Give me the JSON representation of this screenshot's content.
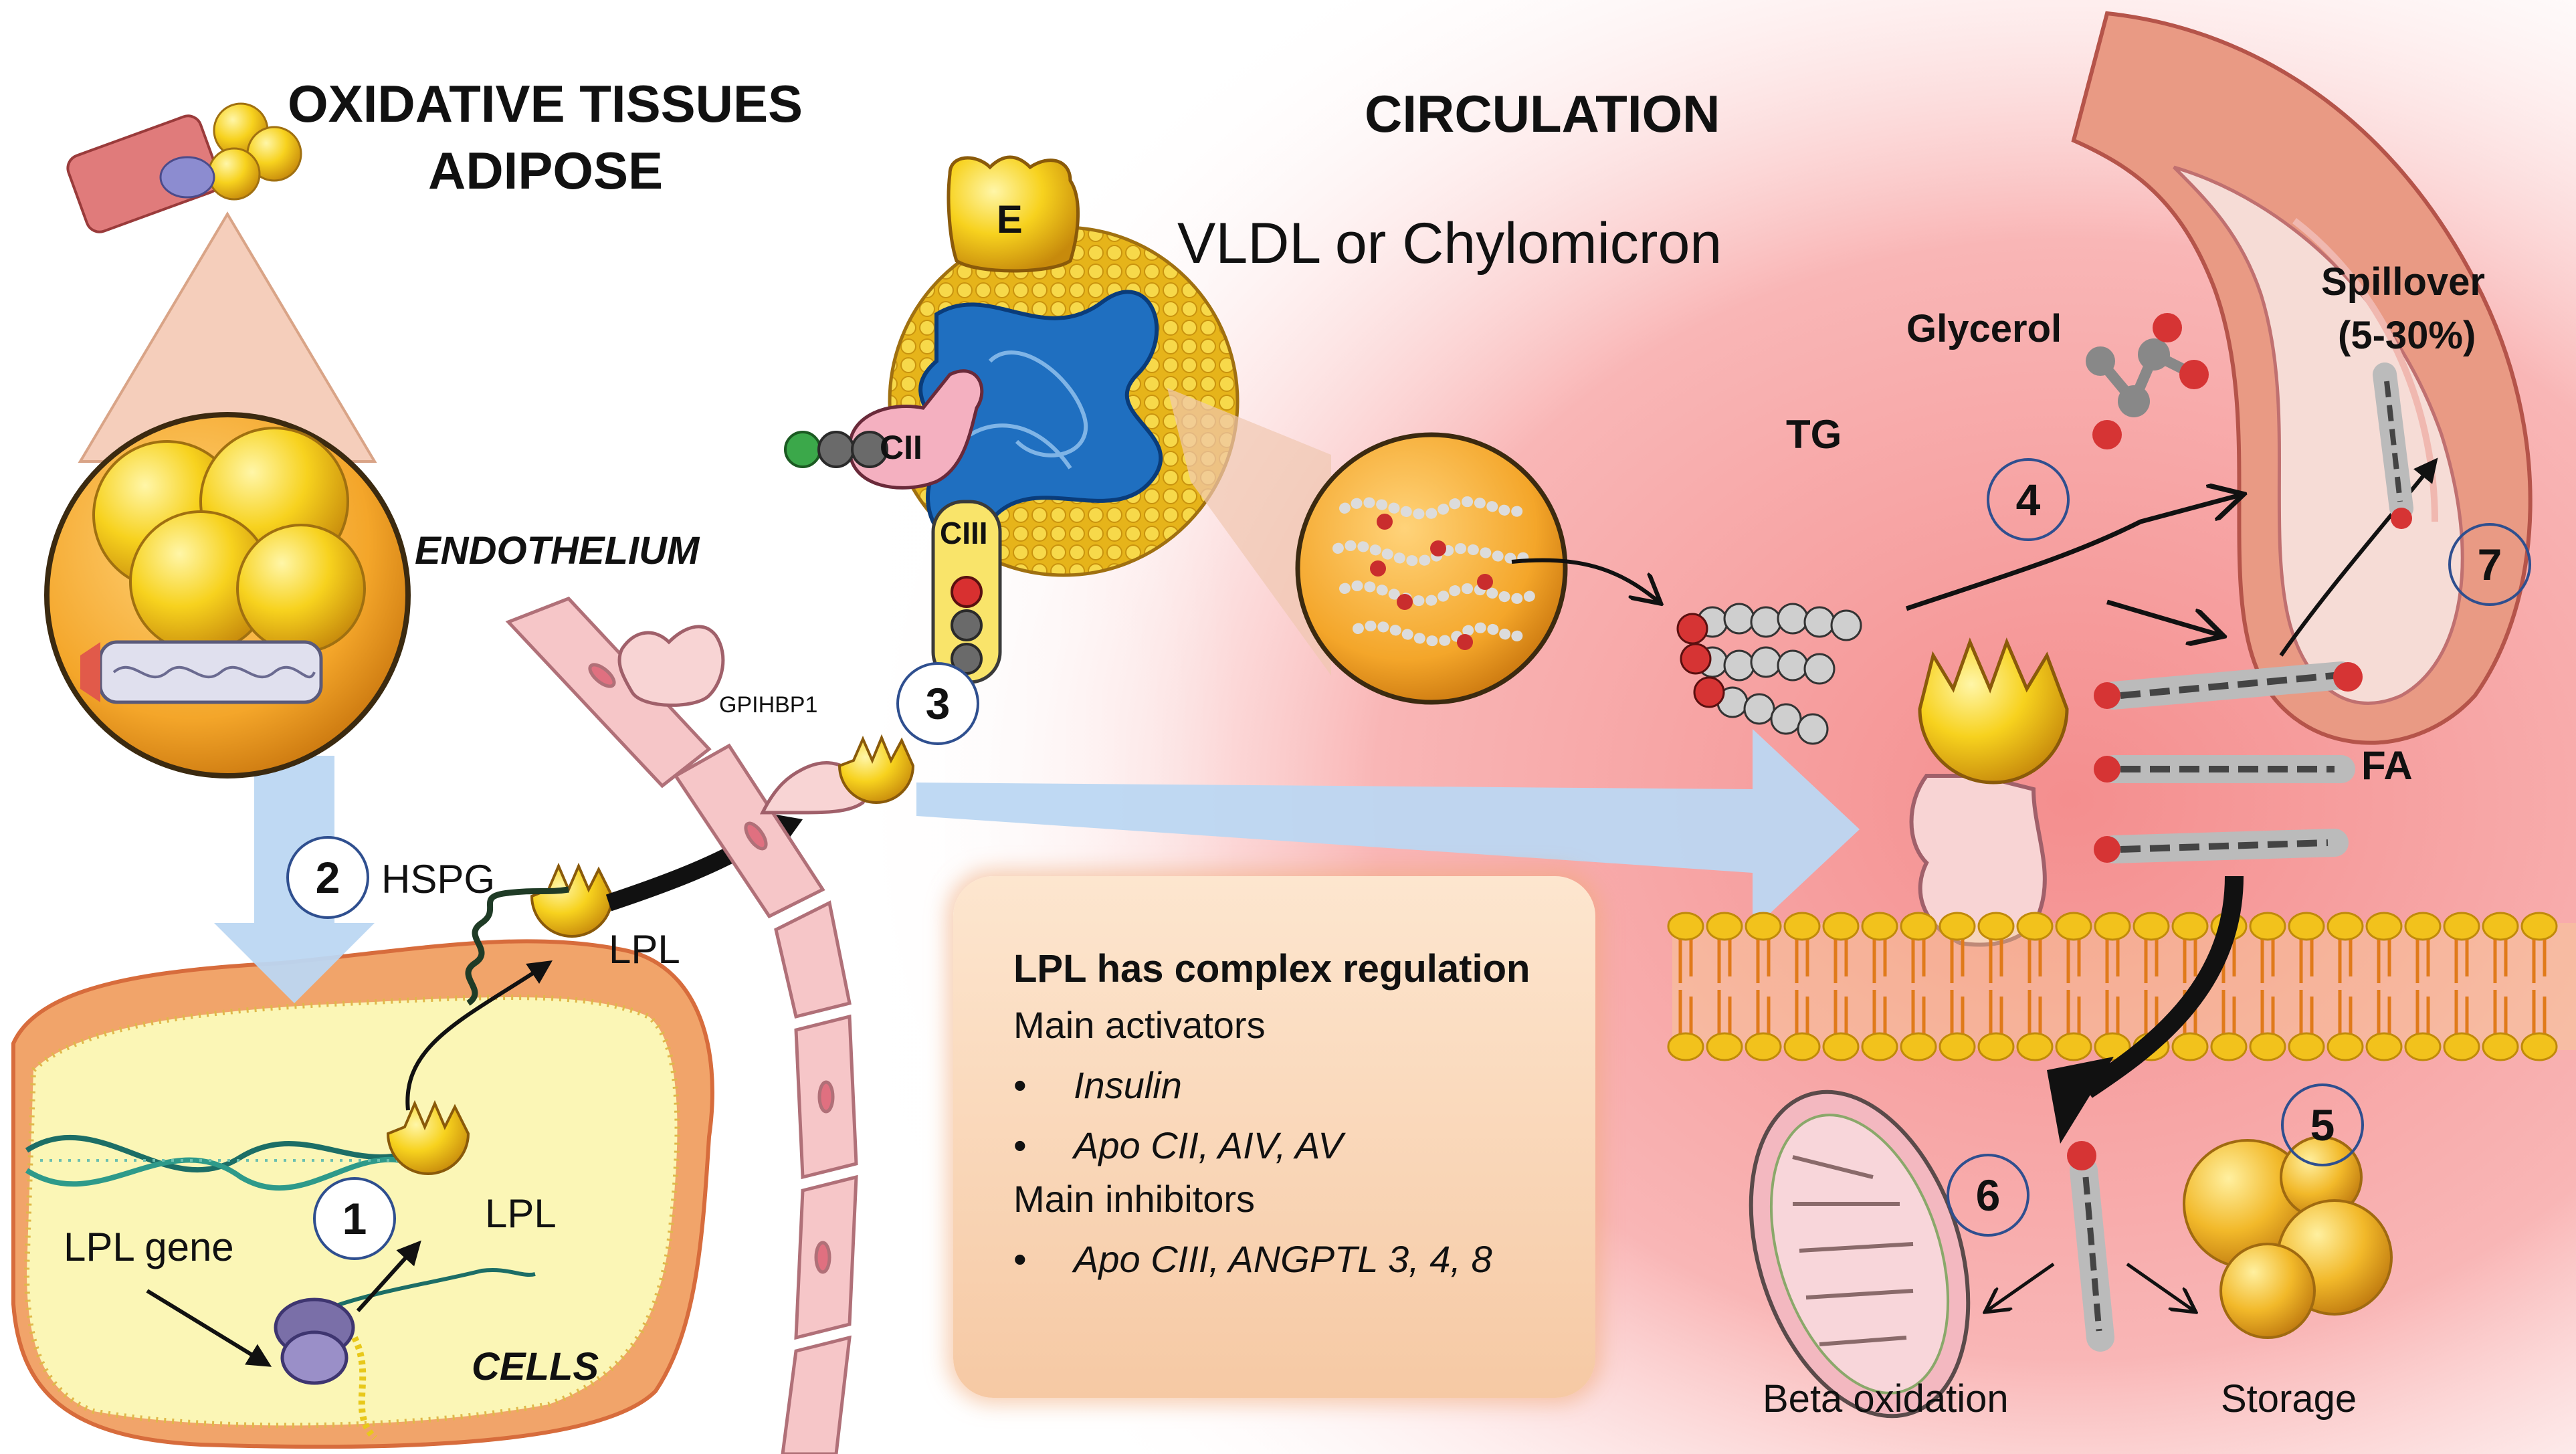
{
  "title_left": [
    "OXIDATIVE TISSUES",
    "ADIPOSE"
  ],
  "title_right": "CIRCULATION",
  "particle_label": "VLDL or Chylomicron",
  "labels": {
    "endothelium": "ENDOTHELIUM",
    "cells": "CELLS",
    "lpl_gene": "LPL gene",
    "lpl_1": "LPL",
    "lpl_2": "LPL",
    "hspg": "HSPG",
    "gpihbp1": "GPIHBP1",
    "tg": "TG",
    "glycerol": "Glycerol",
    "fa": "FA",
    "spillover": [
      "Spillover",
      "(5-30%)"
    ],
    "beta_oxidation": "Beta oxidation",
    "storage": "Storage",
    "apo_e": "E",
    "apo_cii": "CII",
    "apo_ciii": "CIII"
  },
  "steps": [
    "1",
    "2",
    "3",
    "4",
    "5",
    "6",
    "7"
  ],
  "regulation": {
    "title": "LPL has complex regulation",
    "activators_heading": "Main activators",
    "activators": [
      "Insulin",
      "Apo CII, AIV, AV"
    ],
    "inhibitors_heading": "Main inhibitors",
    "inhibitors": [
      "Apo CIII, ANGPTL 3, 4, 8"
    ],
    "bullet": "•"
  },
  "colors": {
    "circulation": "#f7a6a6",
    "lpl_yellow": "#f2b81e",
    "cell_fill": "#fbf6b6",
    "cell_border": "#e9874e",
    "endothelium": "#f6c6c8",
    "vessel": "#e9a38f",
    "membrane": "#f2c21c",
    "vldl_blue": "#1f6fc0",
    "arrow_blue": "#bcd7f2",
    "step_circle": "#2f4f8f"
  }
}
